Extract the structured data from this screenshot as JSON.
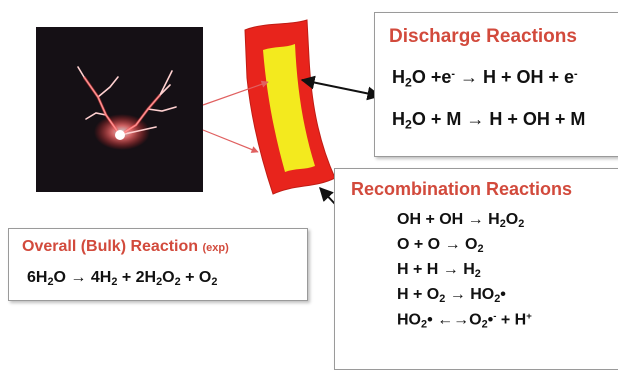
{
  "discharge": {
    "title": "Discharge Reactions",
    "eq1": {
      "a": "H",
      "b": "O +e",
      "c": " → H + OH + e"
    },
    "eq2": {
      "a": "H",
      "b": "O + M → H + OH + M"
    }
  },
  "recombination": {
    "title": "Recombination Reactions",
    "eq1": {
      "a": "OH + OH → H",
      "b": "O"
    },
    "eq2": {
      "a": "O + O → O"
    },
    "eq3": {
      "a": "H + H → H"
    },
    "eq4": {
      "a": "H + O",
      "b": " → HO",
      "c": "•"
    },
    "eq5": {
      "a": "HO",
      "b": "• ←→O",
      "c": "•",
      "d": " + H"
    }
  },
  "overall": {
    "title": "Overall (Bulk) Reaction",
    "exp": "(exp)",
    "eq": {
      "a": "6H",
      "b": "O → 4H",
      "c": " + 2H",
      "d": "O",
      "e": " + O"
    }
  },
  "sub2": "2",
  "minus": "-",
  "plus": "+",
  "colors": {
    "title": "#d24a3c",
    "ribbon_outer": "#e8241c",
    "ribbon_inner": "#f3ea1e",
    "arrow": "#111111",
    "photo_arrow": "#e06060"
  }
}
